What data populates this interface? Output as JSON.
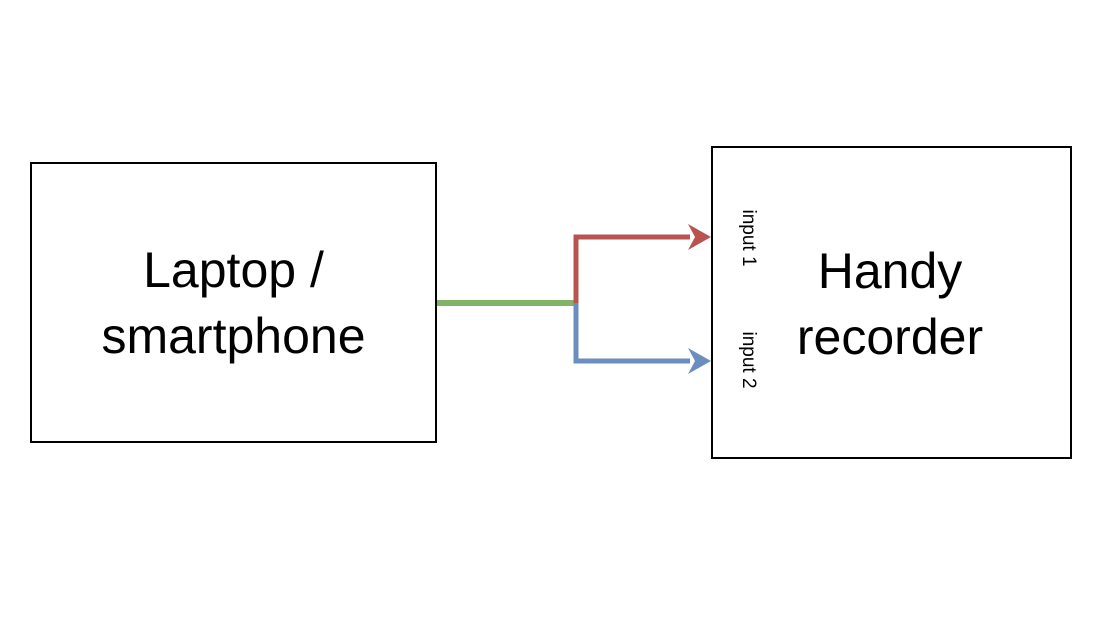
{
  "nodes": {
    "laptop": {
      "lines": [
        "Laptop /",
        "smartphone"
      ]
    },
    "recorder": {
      "lines": [
        "Handy",
        "recorder"
      ]
    }
  },
  "ports": {
    "input1": "input 1",
    "input2": "input 2"
  },
  "colors": {
    "source_cable": "#82b366",
    "input1_cable": "#b85450",
    "input2_cable": "#6c8ebf",
    "border": "#000000"
  }
}
